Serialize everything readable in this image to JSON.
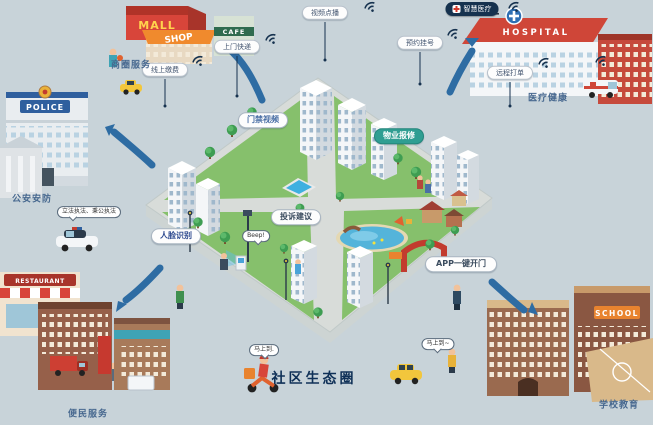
{
  "title": "社区生态圈",
  "corner_labels": {
    "shops": "商圈服务",
    "police": "公安安防",
    "hospital": "医疗健康",
    "school": "学校教育",
    "convenience": "便民服务"
  },
  "cloud_services": [
    "视频点播",
    "上门快递",
    "预约挂号",
    "线上缴费",
    "远程打单"
  ],
  "badge_label": "智慧医疗",
  "map_features": {
    "access_video": "门禁视频",
    "property_repair": "物业报修",
    "complaints": "投诉建议",
    "face_recognition": "人脸识别",
    "app_door": "APP一键开门"
  },
  "speech": {
    "police": "立法执法、秉公执法",
    "gate": "Beep!",
    "delivery": "马上到.",
    "taxi": "马上到~"
  },
  "signs": {
    "mall": "MALL",
    "shop": "SHOP",
    "cafe": "CAFE",
    "police": "POLICE",
    "hospital": "HOSPITAL",
    "school": "SCHOOL",
    "restaurant": "RESTAURANT"
  },
  "colors": {
    "background": "#c8d3d9",
    "arrow_blue": "#2e6ca3",
    "navy": "#16324f",
    "lawn_green": "#86c06c",
    "pond_blue": "#54b4da",
    "accent_red": "#c23b2e",
    "teal_pill": "#2f9e92"
  }
}
